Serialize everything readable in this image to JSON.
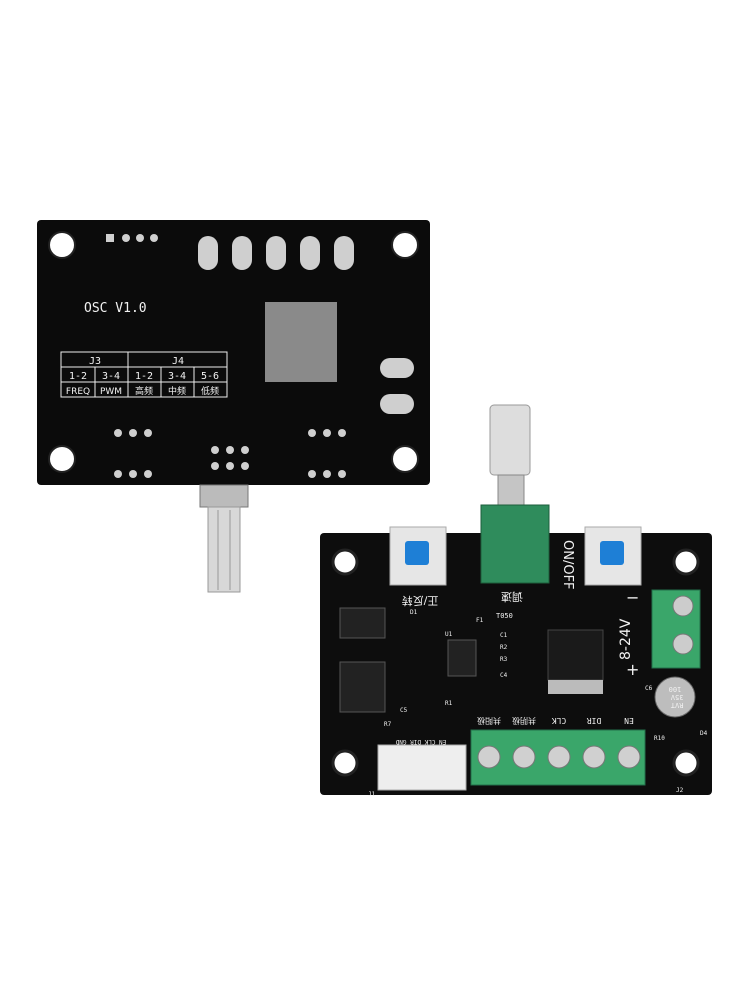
{
  "back_board": {
    "model_label": "OSC V1.0",
    "table": {
      "groups": [
        "J3",
        "J4"
      ],
      "pins": [
        "1-2",
        "3-4",
        "1-2",
        "3-4",
        "5-6"
      ],
      "functions": [
        "FREQ",
        "PWM",
        "高频",
        "中频",
        "低频"
      ]
    }
  },
  "front_board": {
    "power_switch_label": "ON/OFF",
    "direction_label": "正/反转",
    "speed_label": "调速",
    "voltage_label": "8-24V",
    "plus_sign": "+",
    "minus_sign": "−",
    "fuse_label": "T050",
    "capacitor_label": [
      "100",
      "35V",
      "RVT"
    ],
    "terminal_labels": [
      "共阳极",
      "共阴极",
      "CLK",
      "DIR",
      "EN"
    ],
    "connector_label": "EN CLK DIR GND",
    "component_labels": [
      "C1",
      "R2",
      "R3",
      "C4",
      "C5",
      "R1",
      "R7",
      "U1",
      "D1",
      "J1",
      "J2",
      "C6",
      "R10",
      "D4",
      "F1"
    ]
  },
  "colors": {
    "pcb": "#0d0d0d",
    "terminal_green": "#3aa66a",
    "potentiometer_green": "#2f8c5c",
    "button_blue": "#1e7fd6",
    "switch_body": "#e6e6e6"
  }
}
